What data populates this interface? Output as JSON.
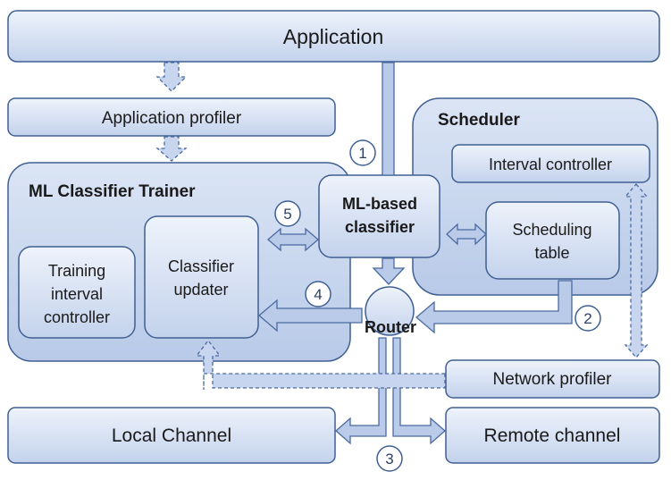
{
  "boxes": {
    "application": "Application",
    "app_profiler": "Application  profiler",
    "ml_trainer": "ML Classifier Trainer",
    "training_interval_controller": [
      "Training",
      "interval",
      "controller"
    ],
    "classifier_updater": [
      "Classifier",
      "updater"
    ],
    "ml_based_classifier": [
      "ML-based",
      "classifier"
    ],
    "scheduler": "Scheduler",
    "interval_controller": "Interval controller",
    "scheduling_table": [
      "Scheduling",
      "table"
    ],
    "router": "Router",
    "network_profiler": "Network profiler",
    "local_channel": "Local Channel",
    "remote_channel": "Remote channel"
  },
  "step_numbers": [
    "1",
    "2",
    "3",
    "4",
    "5"
  ],
  "colors": {
    "box_fill_top": "#e9eff9",
    "box_fill_bottom": "#c4d3ec",
    "box_border": "#3f5f92",
    "arrow_fill": "#b9cbe8",
    "arrow_border": "#4a6aa0"
  }
}
